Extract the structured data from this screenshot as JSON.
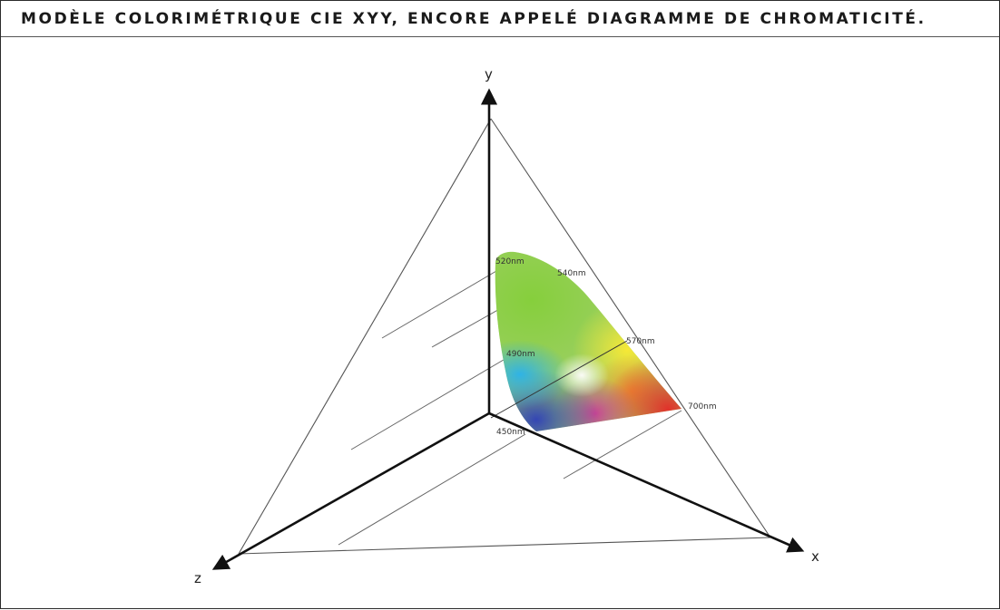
{
  "title": "MODÈLE COLORIMÉTRIQUE CIE XYY, ENCORE APPELÉ DIAGRAMME DE CHROMATICITÉ.",
  "axes": {
    "x": "x",
    "y": "y",
    "z": "z"
  },
  "wavelengths": {
    "w520": "520nm",
    "w540": "540nm",
    "w570": "570nm",
    "w490": "490nm",
    "w700": "700nm",
    "w450": "450nm"
  },
  "colors": {
    "green": "#7ac94a",
    "yellow": "#f3e23a",
    "red": "#e23b2e",
    "magenta": "#c94a8e",
    "blue": "#3a4fb8",
    "cyan": "#3bb6e3",
    "white": "#f4f4ee"
  }
}
